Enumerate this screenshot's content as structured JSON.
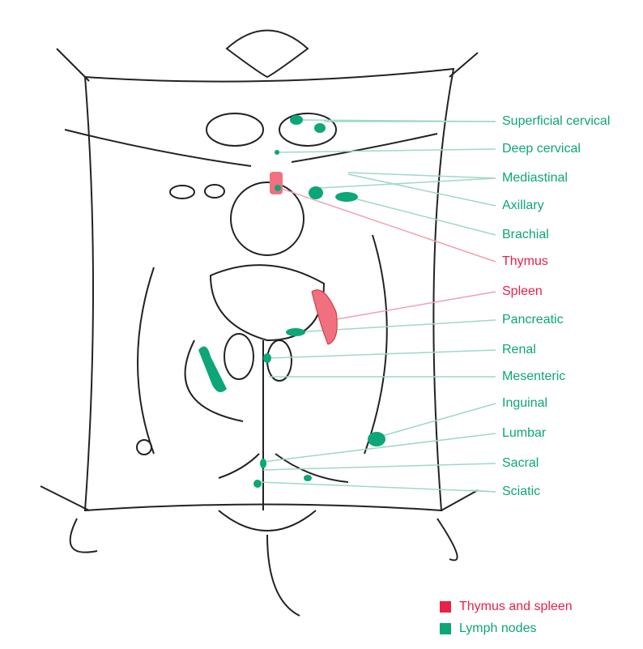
{
  "colors": {
    "thymus_spleen": "#e8214a",
    "lymph": "#0ca678",
    "lymph_line": "#9fd9c3",
    "red_line": "#f0a0b0"
  },
  "labels": [
    {
      "text": "Superficial cervical",
      "type": "lymph"
    },
    {
      "text": "Deep cervical",
      "type": "lymph"
    },
    {
      "text": "Mediastinal",
      "type": "lymph"
    },
    {
      "text": "Axillary",
      "type": "lymph"
    },
    {
      "text": "Brachial",
      "type": "lymph"
    },
    {
      "text": "Thymus",
      "type": "red"
    },
    {
      "text": "Spleen",
      "type": "red"
    },
    {
      "text": "Pancreatic",
      "type": "lymph"
    },
    {
      "text": "Renal",
      "type": "lymph"
    },
    {
      "text": "Mesenteric",
      "type": "lymph"
    },
    {
      "text": "Inguinal",
      "type": "lymph"
    },
    {
      "text": "Lumbar",
      "type": "lymph"
    },
    {
      "text": "Sacral",
      "type": "lymph"
    },
    {
      "text": "Sciatic",
      "type": "lymph"
    }
  ],
  "legend": [
    {
      "text": "Thymus and spleen",
      "type": "red"
    },
    {
      "text": "Lymph nodes",
      "type": "lymph"
    }
  ]
}
